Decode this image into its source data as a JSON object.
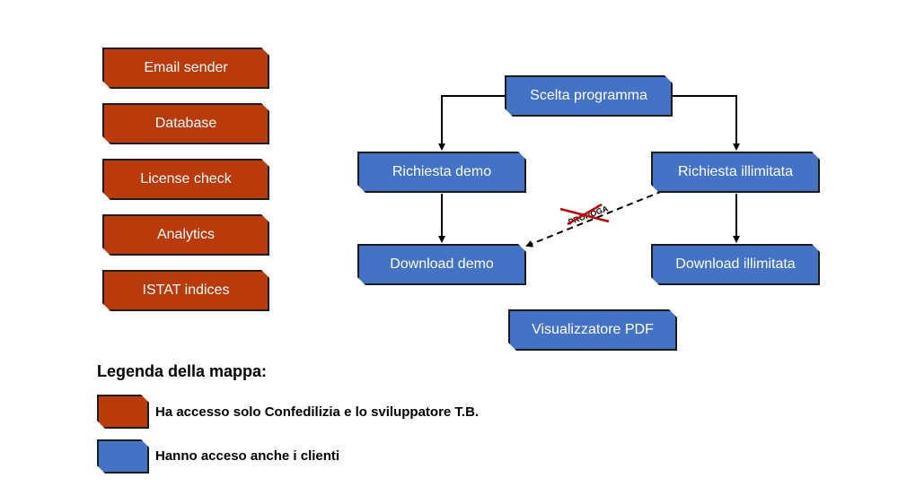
{
  "colors": {
    "restricted": "#b93a0b",
    "client": "#4472c4",
    "border": "#1c1c1c",
    "cancel_mark": "#c00000"
  },
  "restricted_modules": [
    {
      "label": "Email sender"
    },
    {
      "label": "Database"
    },
    {
      "label": "License check"
    },
    {
      "label": "Analytics"
    },
    {
      "label": "ISTAT indices"
    }
  ],
  "flow": {
    "scelta": "Scelta programma",
    "richiesta_demo": "Richiesta demo",
    "richiesta_illimitata": "Richiesta illimitata",
    "download_demo": "Download demo",
    "download_illimitata": "Download illimitata",
    "visualizzatore": "Visualizzatore PDF",
    "proroga_label": "PROROGA"
  },
  "legend": {
    "title": "Legenda della mappa:",
    "items": [
      {
        "text": "Ha accesso solo Confedilizia e lo sviluppatore T.B.",
        "color": "restricted"
      },
      {
        "text": "Hanno acceso anche i clienti",
        "color": "client"
      }
    ]
  }
}
